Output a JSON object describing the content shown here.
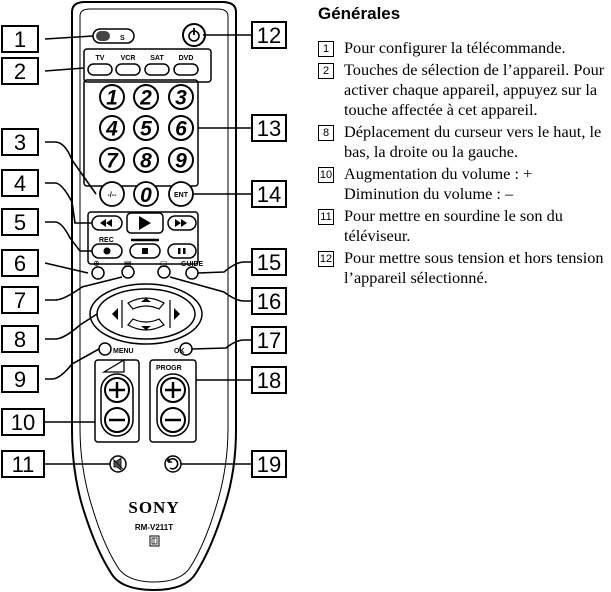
{
  "callouts": [
    "1",
    "2",
    "3",
    "4",
    "5",
    "6",
    "7",
    "8",
    "9",
    "10",
    "11",
    "12",
    "13",
    "14",
    "15",
    "16",
    "17",
    "18",
    "19"
  ],
  "remote": {
    "s_label": "S",
    "device_buttons": [
      "TV",
      "VCR",
      "SAT",
      "DVD"
    ],
    "digits": [
      "1",
      "2",
      "3",
      "4",
      "5",
      "6",
      "7",
      "8",
      "9",
      "-/--",
      "0",
      "ENT"
    ],
    "rec_label": "REC",
    "guide_label": "GUIDE",
    "menu_label": "MENU",
    "ok_label": "OK",
    "progr_label": "PROGR",
    "brand": "SONY",
    "model": "RM-V211T"
  },
  "section_title": "Générales",
  "descriptions": [
    {
      "num": "1",
      "text": "Pour configurer la télécommande."
    },
    {
      "num": "2",
      "text": "Touches de sélection de l’appareil. Pour activer chaque appareil, appuyez sur la touche affectée à cet appareil."
    },
    {
      "num": "8",
      "text": "Déplacement du curseur vers le haut, le bas, la droite ou la gauche."
    },
    {
      "num": "10",
      "text": "Augmentation du volume : + Diminution du volume : –"
    },
    {
      "num": "11",
      "text": "Pour mettre en sourdine le son du téléviseur."
    },
    {
      "num": "12",
      "text": "Pour mettre sous tension et hors tension l’appareil sélectionné."
    }
  ]
}
